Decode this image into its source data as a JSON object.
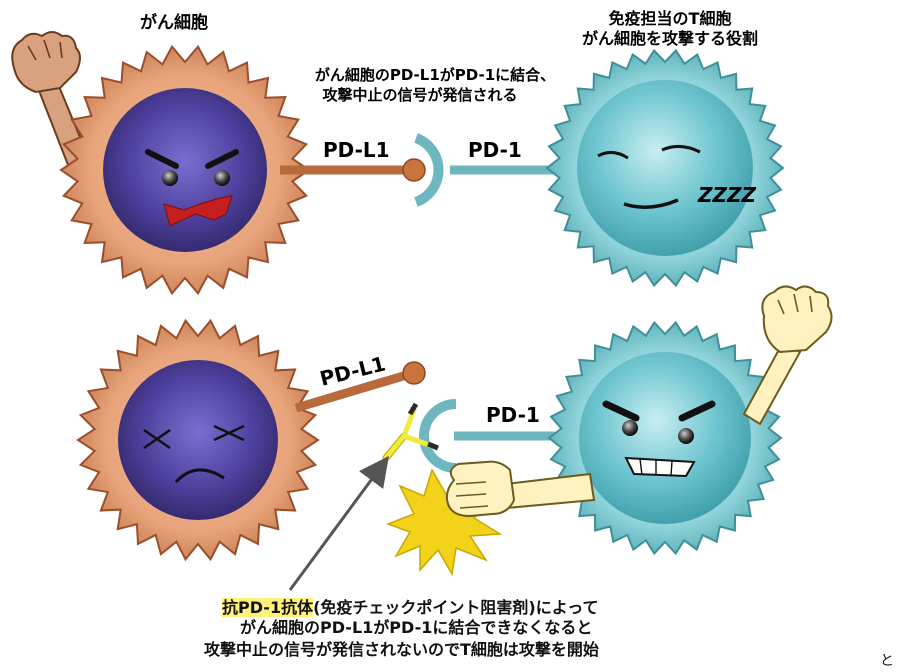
{
  "labels": {
    "cancer_cell": "がん細胞",
    "t_cell_line1": "免疫担当のT細胞",
    "t_cell_line2": "がん細胞を攻撃する役割",
    "binding_line1": "がん細胞のPD-L1がPD-1に結合、",
    "binding_line2": "攻撃中止の信号が発信される",
    "pdl1_top": "PD-L1",
    "pd1_top": "PD-1",
    "sleep": "ZZZZ",
    "pdl1_bottom": "PD-L1",
    "pd1_bottom": "PD-1",
    "antibody_term": "抗PD-1抗体",
    "bottom_line1_rest": "(免疫チェックポイント阻害剤)によって",
    "bottom_line2": "がん細胞のPD-L1がPD-1に結合できなくなると",
    "bottom_line3": "攻撃中止の信号が発信されないのでT細胞は攻撃を開始",
    "corner": "と"
  },
  "colors": {
    "cancer_outer": "#e8a37a",
    "cancer_edge": "#9b4e2c",
    "cancer_inner": "#4d3f9c",
    "tcell_outer": "#8fd3da",
    "tcell_edge": "#3f8f99",
    "tcell_inner": "#5ab8c3",
    "pdl1_stick": "#b86a3c",
    "pd1_stick": "#6fb7c0",
    "hand_cancer": "#d9a27e",
    "hand_tcell": "#fff2c0",
    "antibody": "#f0ea3a",
    "explosion": "#f3d21a",
    "arrow": "#555555",
    "highlight": "#fff27a"
  },
  "icons": {
    "cancer_cell_top": "angry-cancer-cell-icon",
    "t_cell_top": "sleeping-t-cell-icon",
    "cancer_cell_bottom": "defeated-cancer-cell-icon",
    "t_cell_bottom": "angry-t-cell-icon",
    "antibody": "y-shaped-antibody-icon",
    "fist": "raised-fist-icon",
    "punch": "punching-hand-icon",
    "impact": "impact-burst-icon"
  }
}
